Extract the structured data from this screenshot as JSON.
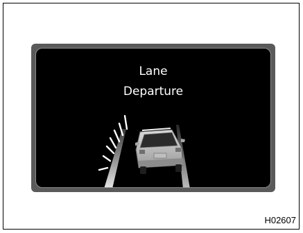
{
  "display": {
    "title_line1": "Lane",
    "title_line2": "Departure",
    "icon": "vehicle-crossing-left-lane-line-warning-icon",
    "screen_color": "#000000",
    "text_color": "#ffffff"
  },
  "figure_code": "H02607"
}
